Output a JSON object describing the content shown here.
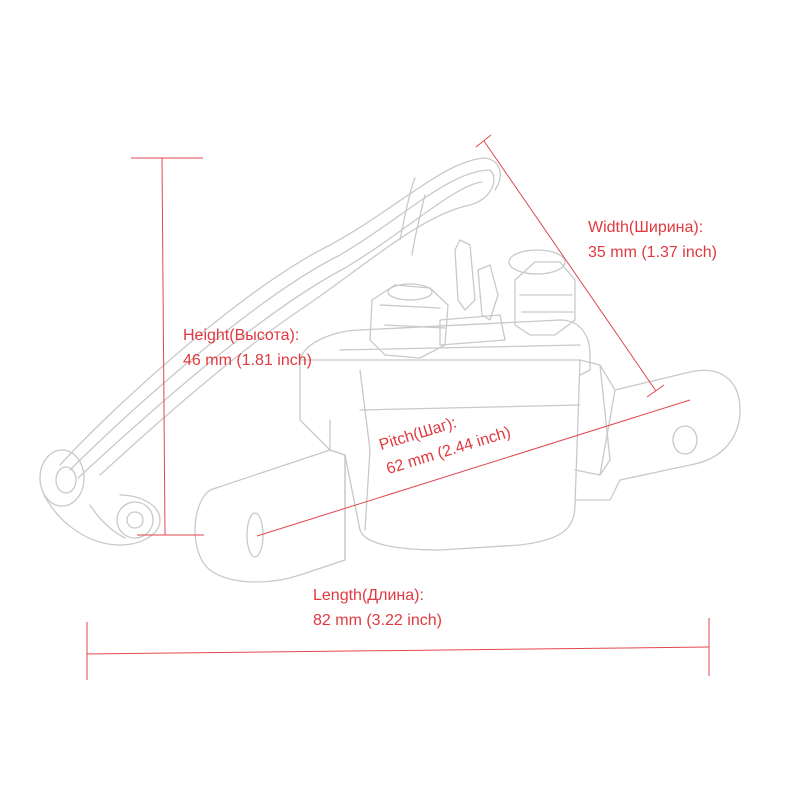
{
  "colors": {
    "dimension_line": "#e2474f",
    "label_text": "#e0393f",
    "sketch": "#c9c9c9",
    "background": "#ffffff"
  },
  "dimensions": {
    "width": {
      "name": "Width(Ширина):",
      "value": "35 mm (1.37 inch)"
    },
    "height": {
      "name": "Height(Высота):",
      "value": "46 mm (1.81 inch)"
    },
    "pitch": {
      "name": "Pitch(Шаг):",
      "value": "62 mm (2.44 inch)"
    },
    "length": {
      "name": "Length(Длина):",
      "value": "82 mm (3.22 inch)"
    }
  }
}
